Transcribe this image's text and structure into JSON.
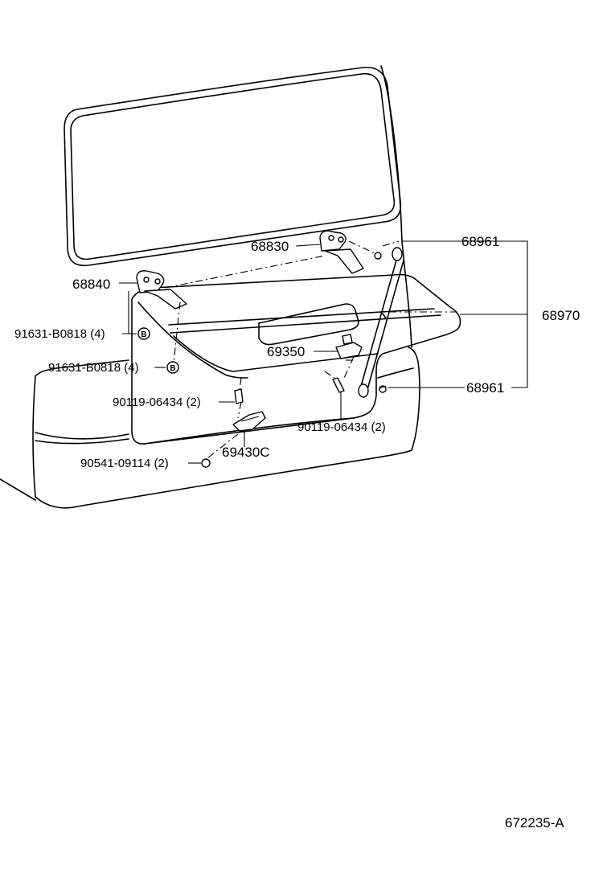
{
  "diagram": {
    "parts": {
      "p68830": "68830",
      "p68840": "68840",
      "p68961_top": "68961",
      "p68970": "68970",
      "p69350": "69350",
      "p68961_bottom": "68961",
      "p90119_left": "90119-06434 (2)",
      "p90119_right": "90119-06434 (2)",
      "p69430C": "69430C",
      "p90541": "90541-09114 (2)",
      "p91631_a": "91631-B0818 (4)",
      "p91631_b": "91631-B0818 (4)"
    },
    "badge_letter": "B",
    "drawing_number": "672235-A"
  }
}
